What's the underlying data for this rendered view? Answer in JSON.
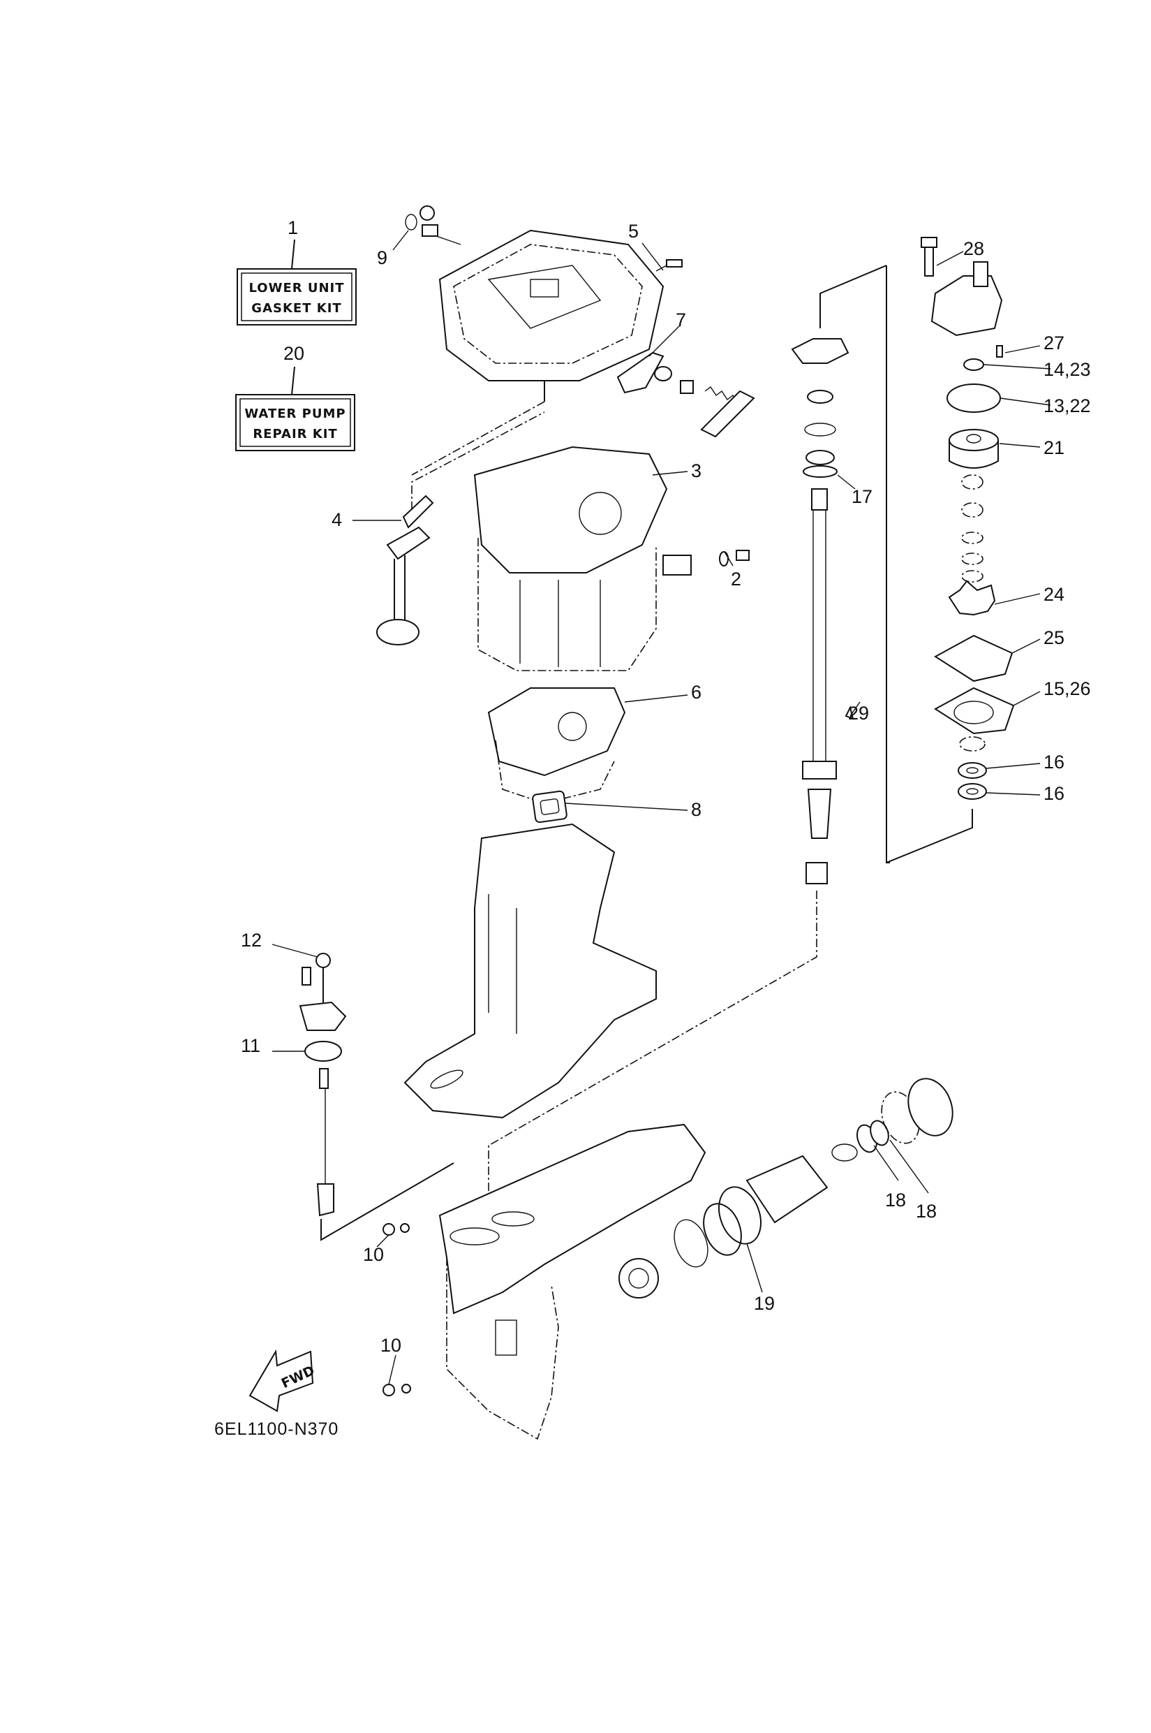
{
  "diagram": {
    "title": "Repair Kit 1 — Outboard lower unit exploded view",
    "drawing_code": "6EL1100-N370",
    "direction_arrow": "FWD",
    "kits": [
      {
        "ref": "1",
        "line1": "LOWER UNIT",
        "line2": "GASKET KIT"
      },
      {
        "ref": "20",
        "line1": "WATER PUMP",
        "line2": "REPAIR KIT"
      }
    ],
    "callouts": [
      {
        "id": "c9",
        "label": "9"
      },
      {
        "id": "c5",
        "label": "5"
      },
      {
        "id": "c7",
        "label": "7"
      },
      {
        "id": "c3",
        "label": "3"
      },
      {
        "id": "c4",
        "label": "4"
      },
      {
        "id": "c2",
        "label": "2"
      },
      {
        "id": "c6",
        "label": "6"
      },
      {
        "id": "c8",
        "label": "8"
      },
      {
        "id": "c28",
        "label": "28"
      },
      {
        "id": "c27",
        "label": "27"
      },
      {
        "id": "c14",
        "label": "14,23"
      },
      {
        "id": "c13",
        "label": "13,22"
      },
      {
        "id": "c21",
        "label": "21"
      },
      {
        "id": "c17",
        "label": "17"
      },
      {
        "id": "c24",
        "label": "24"
      },
      {
        "id": "c25",
        "label": "25"
      },
      {
        "id": "c15",
        "label": "15,26"
      },
      {
        "id": "c29",
        "label": "29"
      },
      {
        "id": "c16a",
        "label": "16"
      },
      {
        "id": "c16b",
        "label": "16"
      },
      {
        "id": "c12",
        "label": "12"
      },
      {
        "id": "c11",
        "label": "11"
      },
      {
        "id": "c10a",
        "label": "10"
      },
      {
        "id": "c10b",
        "label": "10"
      },
      {
        "id": "c19",
        "label": "19"
      },
      {
        "id": "c18a",
        "label": "18"
      },
      {
        "id": "c18b",
        "label": "18"
      }
    ]
  }
}
